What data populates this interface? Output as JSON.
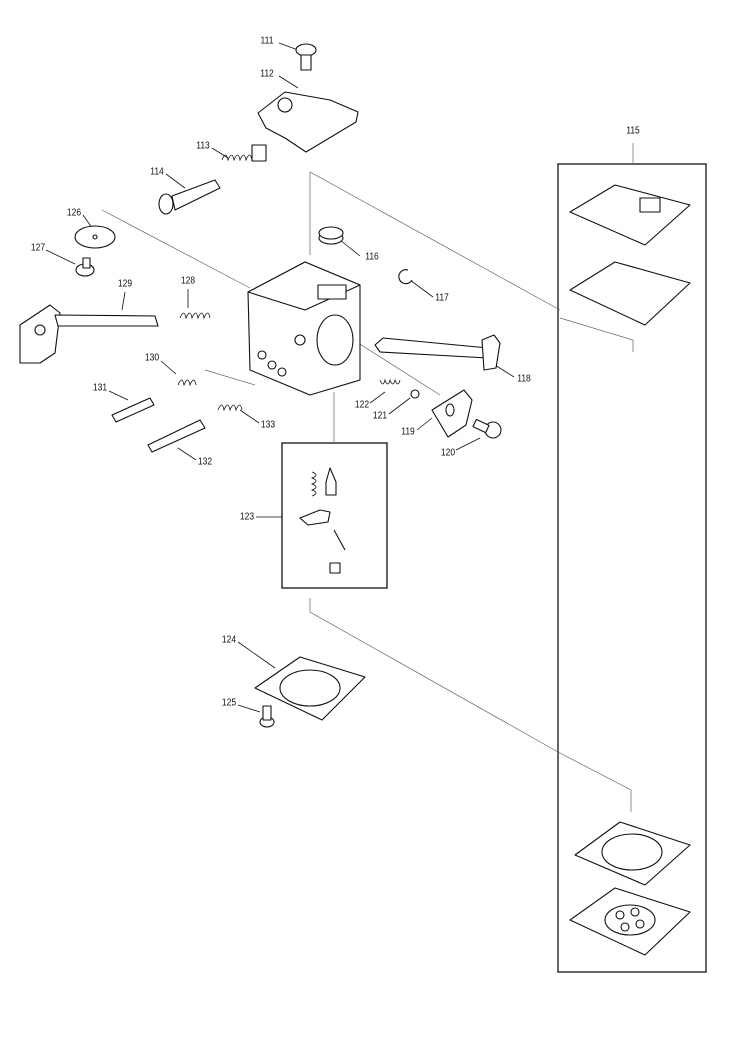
{
  "diagram": {
    "type": "exploded-parts-diagram",
    "subject": "carburetor",
    "labels": {
      "p111": "111",
      "p112": "112",
      "p113": "113",
      "p114": "114",
      "p115": "115",
      "p116": "116",
      "p117": "117",
      "p118": "118",
      "p119": "119",
      "p120": "120",
      "p121": "121",
      "p122": "122",
      "p123": "123",
      "p124": "124",
      "p125": "125",
      "p126": "126",
      "p127": "127",
      "p128": "128",
      "p129": "129",
      "p130": "130",
      "p131": "131",
      "p132": "132",
      "p133": "133"
    }
  }
}
